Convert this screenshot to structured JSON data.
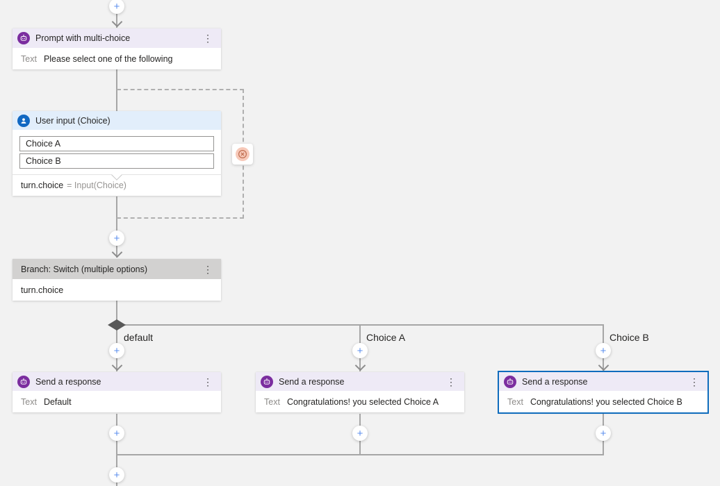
{
  "icons": {
    "plus": "+",
    "kebab": "⋮"
  },
  "colors": {
    "canvas_bg": "#f2f2f2",
    "connector": "#a6a6a6",
    "prompt_header_bg": "#eeeaf6",
    "user_input_header_bg": "#e2eefb",
    "branch_header_bg": "#d2d1d0",
    "bot_icon_bg": "#7b2d9f",
    "user_icon_bg": "#1168c2",
    "selection_border": "#0f6cbd",
    "plus_icon_color": "#5c8fee",
    "escalation_bg": "#f7c9b9",
    "escalation_glyph": "#bf6e50"
  },
  "flow": {
    "prompt_node": {
      "title": "Prompt with multi-choice",
      "field_label": "Text",
      "field_value": "Please select one of the following"
    },
    "user_input_node": {
      "title": "User input (Choice)",
      "options": [
        "Choice A",
        "Choice B"
      ],
      "expression_lhs": "turn.choice",
      "expression_rhs": "= Input(Choice)"
    },
    "branch_node": {
      "title": "Branch: Switch (multiple options)",
      "body": "turn.choice"
    },
    "branches": [
      {
        "label": "default"
      },
      {
        "label": "Choice A"
      },
      {
        "label": "Choice B"
      }
    ],
    "response_nodes": [
      {
        "title": "Send a response",
        "field_label": "Text",
        "field_value": "Default"
      },
      {
        "title": "Send a response",
        "field_label": "Text",
        "field_value": "Congratulations! you selected Choice A"
      },
      {
        "title": "Send a response",
        "field_label": "Text",
        "field_value": "Congratulations! you selected Choice B"
      }
    ]
  }
}
